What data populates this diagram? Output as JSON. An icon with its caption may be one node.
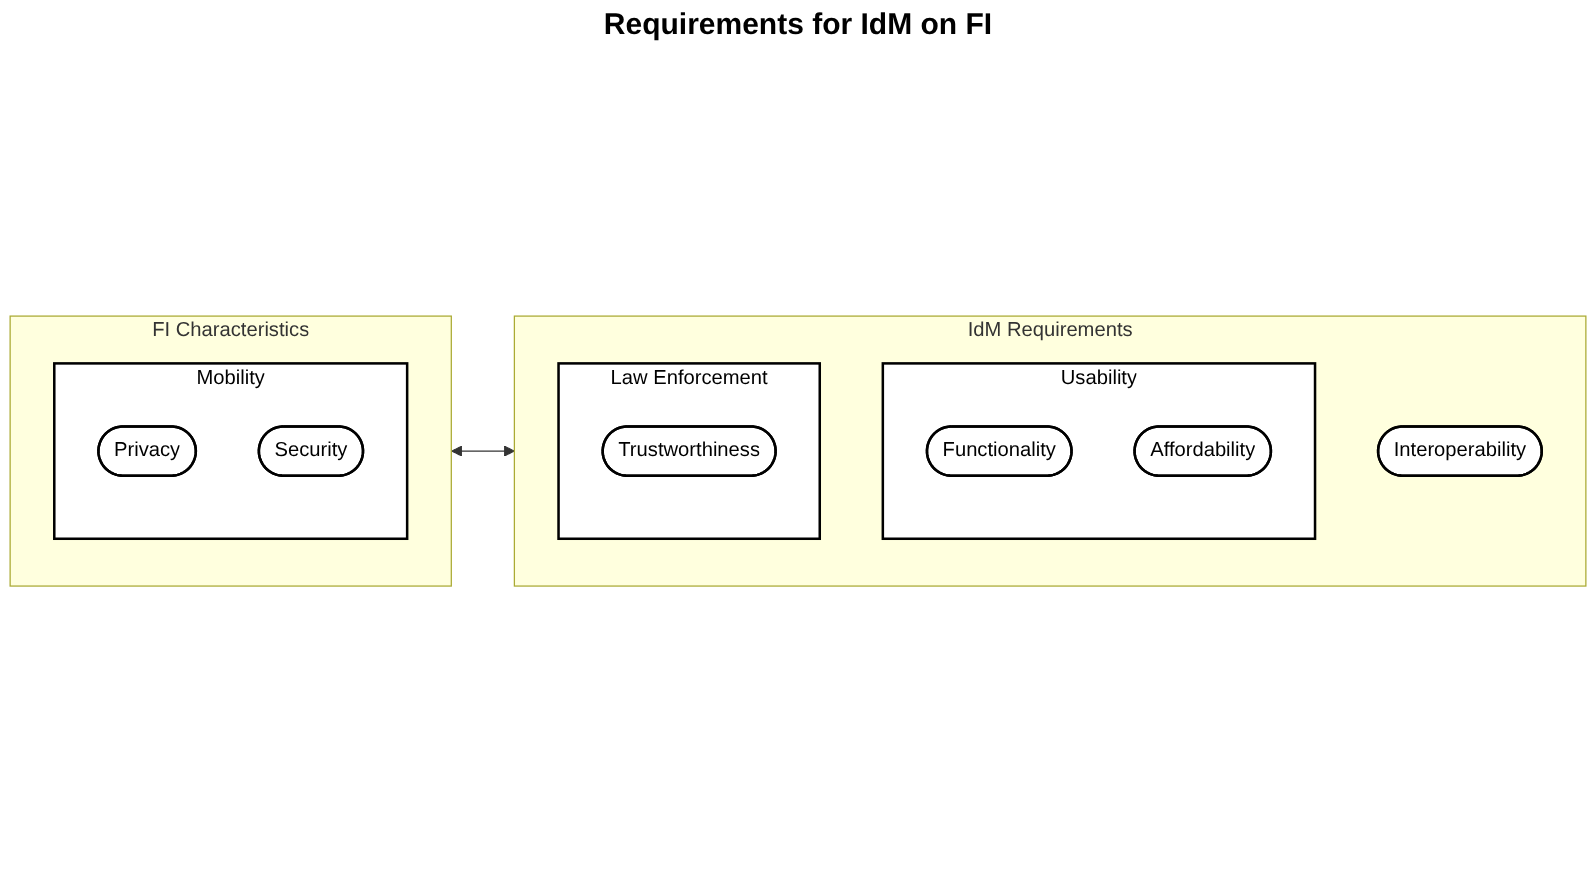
{
  "diagram": {
    "title": "Requirements for IdM on FI",
    "nodes": [
      {
        "text": [
          "FI Characteristics"
        ]
      },
      {
        "text": [
          "Mobility"
        ],
        "in": 0
      },
      {
        "text": [
          "Privacy"
        ],
        "in": 1
      },
      {
        "text": [
          "Security"
        ],
        "in": 1
      },
      {
        "text": [
          "IdM Requirements"
        ]
      },
      {
        "text": [
          "Usability"
        ],
        "in": 4
      },
      {
        "text": [
          "Functionality"
        ],
        "in": 5
      },
      {
        "text": [
          "Affordability"
        ],
        "in": 5
      },
      {
        "text": [
          "Interoperability"
        ],
        "in": 4
      },
      {
        "text": [
          "Law Enforcement"
        ],
        "in": 4
      },
      {
        "text": [
          "Trustworthiness"
        ],
        "in": 9
      }
    ],
    "edges": [
      {
        "from": 0,
        "to": 4,
        "arrow": "both"
      }
    ]
  }
}
